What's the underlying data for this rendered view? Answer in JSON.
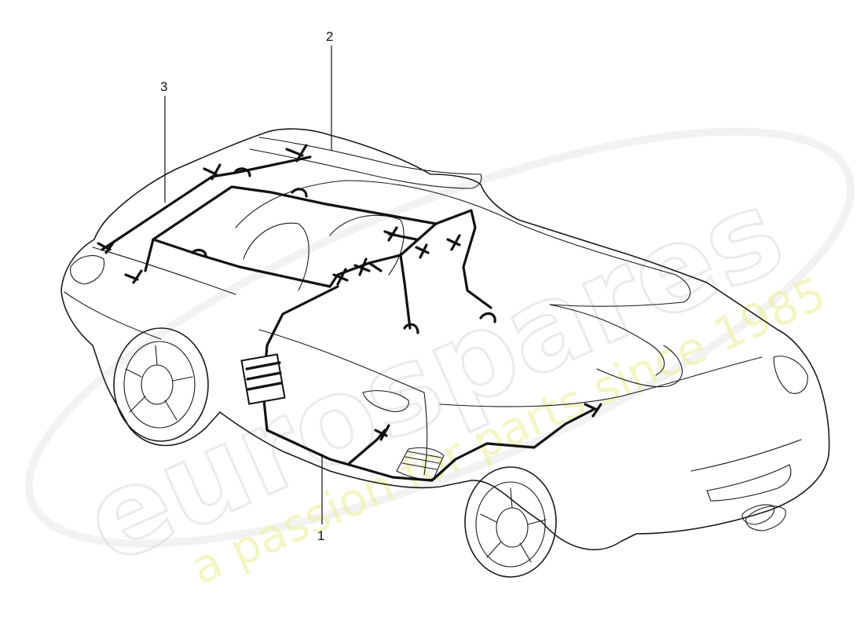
{
  "callouts": {
    "one": "1",
    "two": "2",
    "three": "3"
  },
  "watermark": {
    "main": "eurospares",
    "sub": "a passion for parts since 1985"
  },
  "colors": {
    "line": "#111111",
    "watermark_main": "#d9d9d9",
    "watermark_sub": "#eef0a0"
  }
}
